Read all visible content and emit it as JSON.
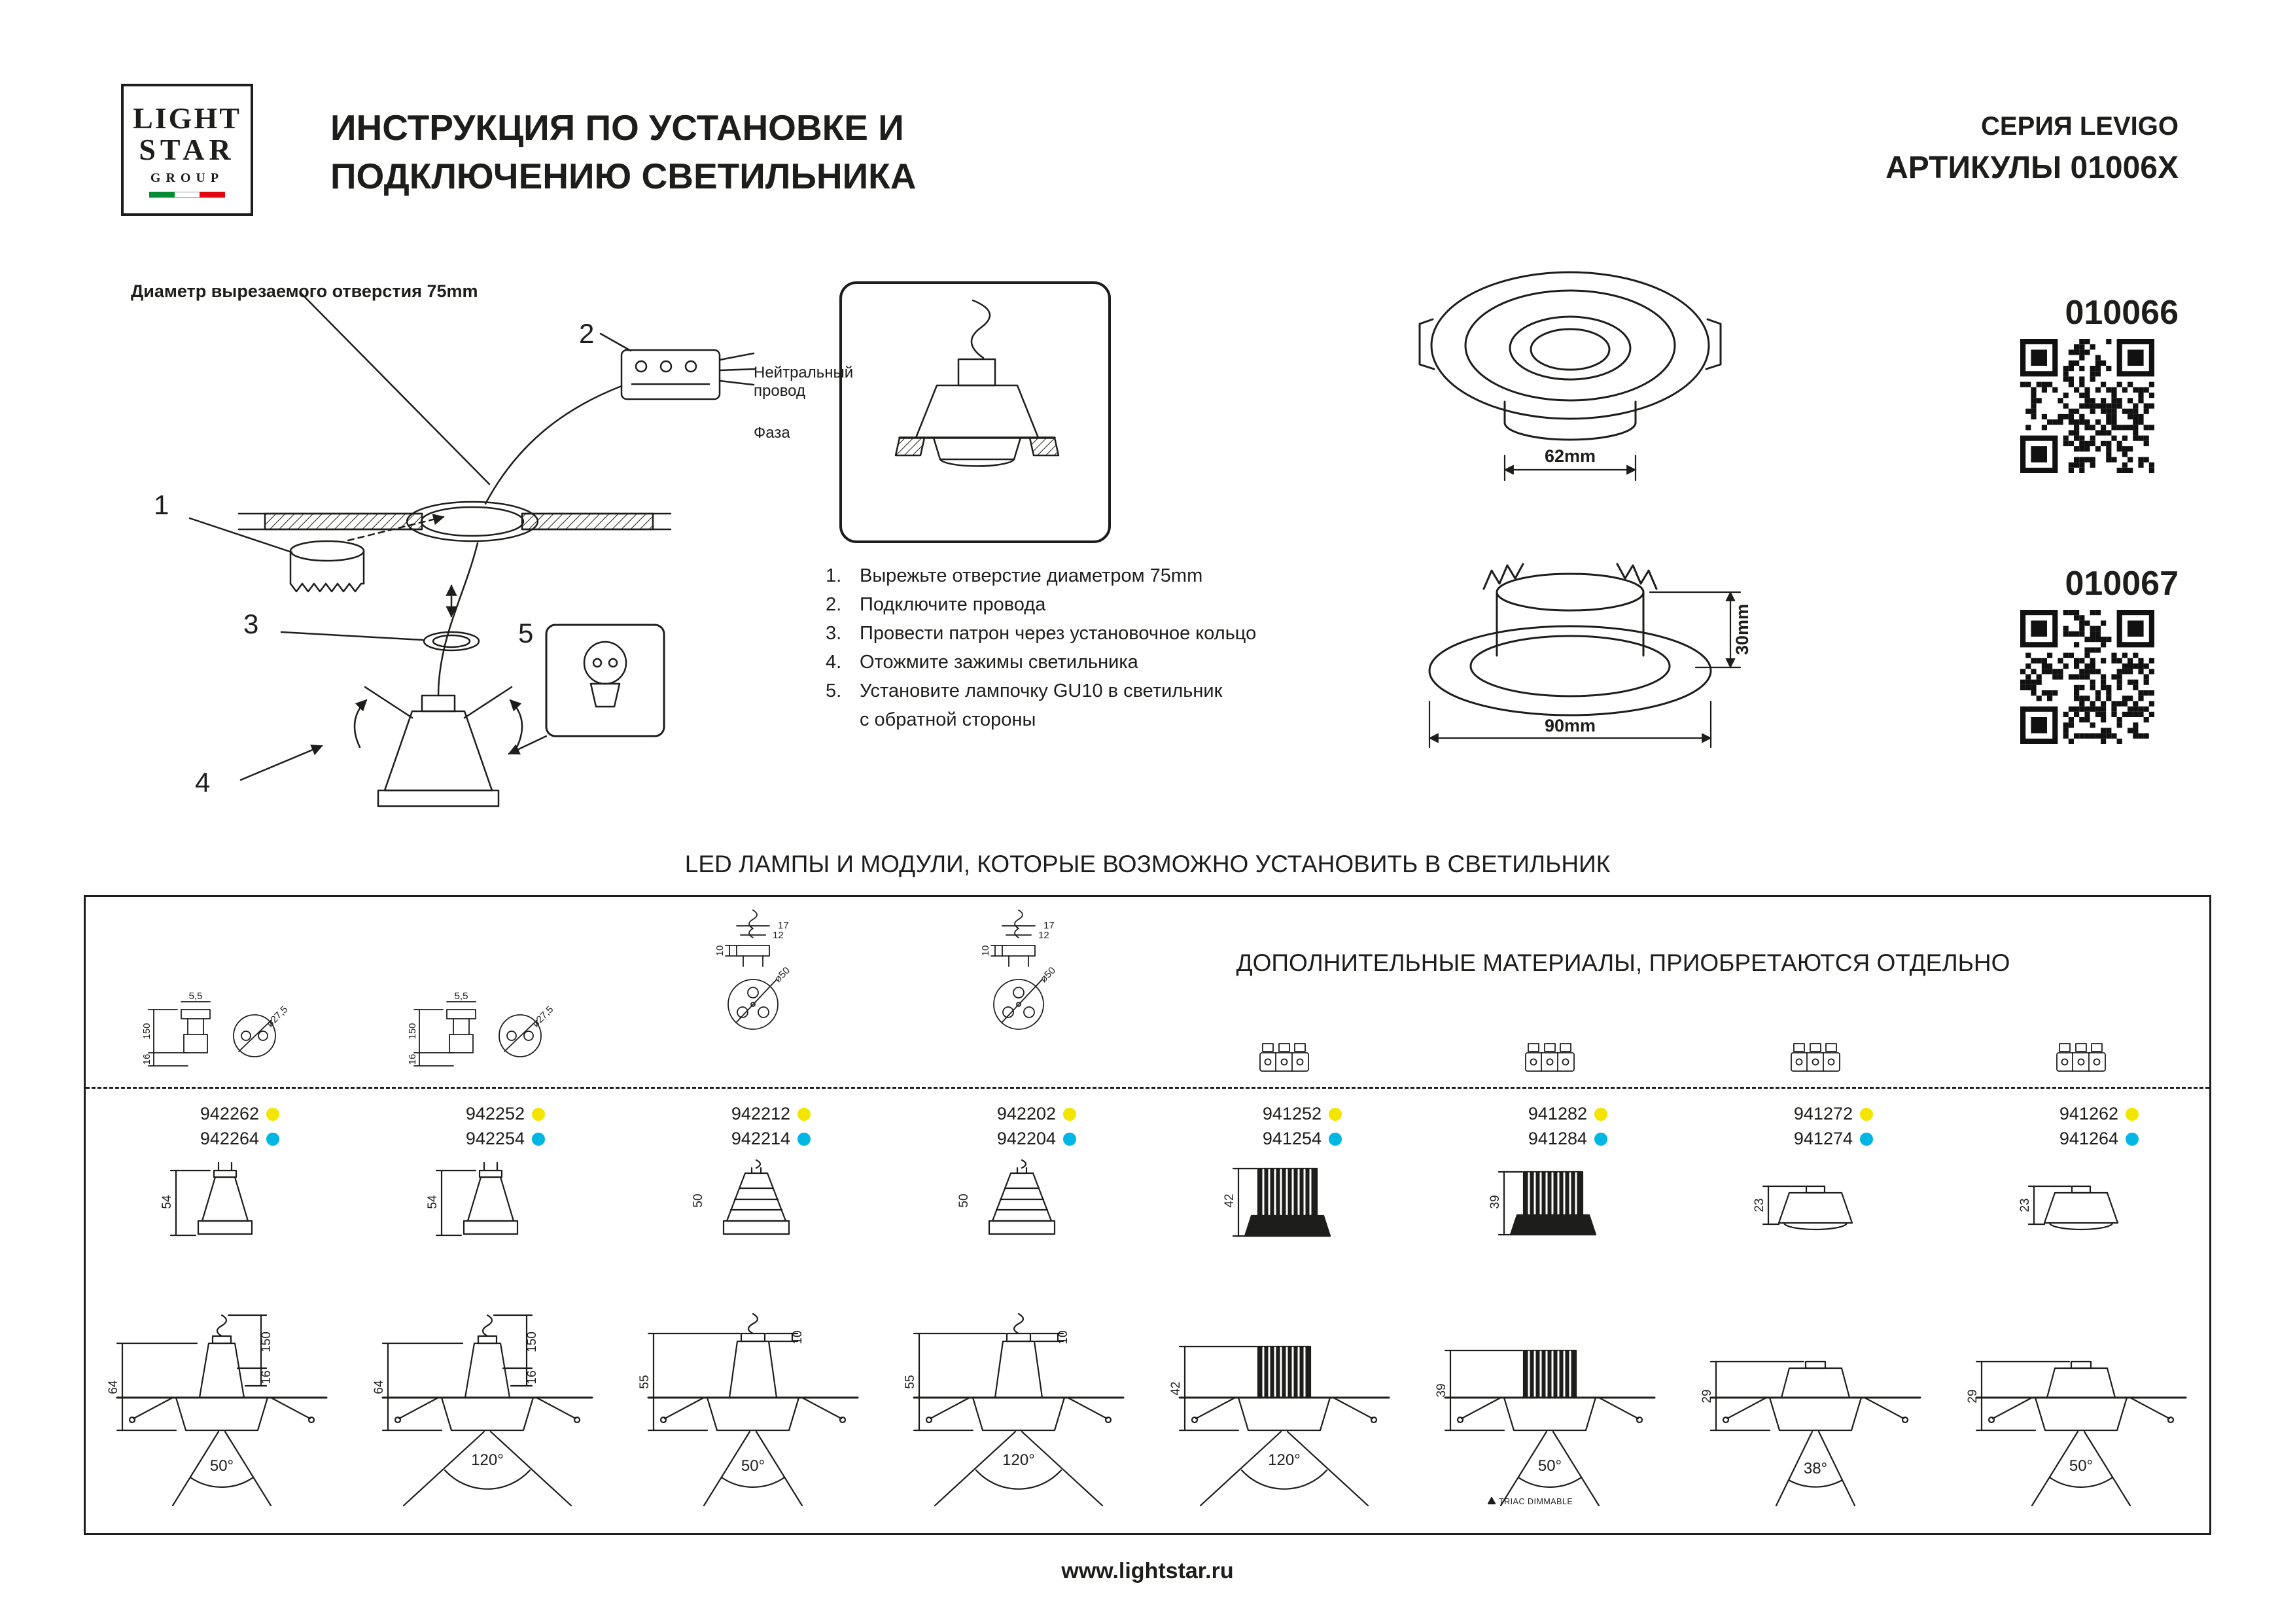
{
  "header": {
    "logo": {
      "word1": "LIGHT",
      "word2": "STAR",
      "word3": "GROUP",
      "flag_colors": [
        "#008d36",
        "#ffffff",
        "#e30613"
      ]
    },
    "title_line1": "ИНСТРУКЦИЯ ПО УСТАНОВКЕ И",
    "title_line2": "ПОДКЛЮЧЕНИЮ СВЕТИЛЬНИКА",
    "series": "СЕРИЯ LEVIGO",
    "articles_title": "АРТИКУЛЫ 01006X"
  },
  "install": {
    "hole_note": "Диаметр вырезаемого отверстия 75mm",
    "neutral_label": "Нейтральный\nпровод",
    "phase_label": "Фаза",
    "markers": {
      "m1": "1",
      "m2": "2",
      "m3": "3",
      "m4": "4",
      "m5": "5"
    }
  },
  "steps": [
    {
      "num": "1.",
      "text": "Вырежьте отверстие диаметром 75mm"
    },
    {
      "num": "2.",
      "text": "Подключите провода"
    },
    {
      "num": "3.",
      "text": "Провести патрон через установочное кольцо"
    },
    {
      "num": "4.",
      "text": "Отожмите зажимы светильника"
    },
    {
      "num": "5.",
      "text": "Установите лампочку GU10 в светильник",
      "text2": "с обратной стороны"
    }
  ],
  "tech_views": {
    "top_width": "62mm",
    "side_height": "30mm",
    "side_width": "90mm"
  },
  "article_codes": {
    "first": "010066",
    "second": "010067"
  },
  "led_section": {
    "title": "LED ЛАМПЫ И МОДУЛИ, КОТОРЫЕ ВОЗМОЖНО УСТАНОВИТЬ В СВЕТИЛЬНИК",
    "extras_title": "ДОПОЛНИТЕЛЬНЫЕ МАТЕРИАЛЫ, ПРИОБРЕТАЮТСЯ ОТДЕЛЬНО",
    "dot_colors": {
      "warm": "#f2e600",
      "cold": "#00b6e2"
    },
    "gu10_icon_dims": {
      "h": "150",
      "h2": "16",
      "w": "5,5",
      "d": "ø27,5"
    },
    "module_icon_dims": {
      "h": "10",
      "w1": "17",
      "w2": "12",
      "d": "ø50"
    },
    "columns": [
      {
        "code_warm": "942262",
        "code_cold": "942264",
        "lamp_h": "54",
        "fix_h": "64",
        "fix_d1": "150",
        "fix_d2": "16",
        "beam": "50°"
      },
      {
        "code_warm": "942252",
        "code_cold": "942254",
        "lamp_h": "54",
        "fix_h": "64",
        "fix_d1": "150",
        "fix_d2": "16",
        "beam": "120°"
      },
      {
        "code_warm": "942212",
        "code_cold": "942214",
        "lamp_h": "50",
        "fix_h": "55",
        "fix_d1": "10",
        "beam": "50°"
      },
      {
        "code_warm": "942202",
        "code_cold": "942204",
        "lamp_h": "50",
        "fix_h": "55",
        "fix_d1": "10",
        "beam": "120°"
      },
      {
        "code_warm": "941252",
        "code_cold": "941254",
        "lamp_h": "42",
        "fix_h": "42",
        "beam": "120°"
      },
      {
        "code_warm": "941282",
        "code_cold": "941284",
        "lamp_h": "39",
        "fix_h": "39",
        "beam": "50°",
        "note": "TRIAC DIMMABLE"
      },
      {
        "code_warm": "941272",
        "code_cold": "941274",
        "lamp_h": "23",
        "fix_h": "29",
        "beam": "38°"
      },
      {
        "code_warm": "941262",
        "code_cold": "941264",
        "lamp_h": "23",
        "fix_h": "29",
        "beam": "50°"
      }
    ]
  },
  "footer": {
    "url": "www.lightstar.ru"
  }
}
